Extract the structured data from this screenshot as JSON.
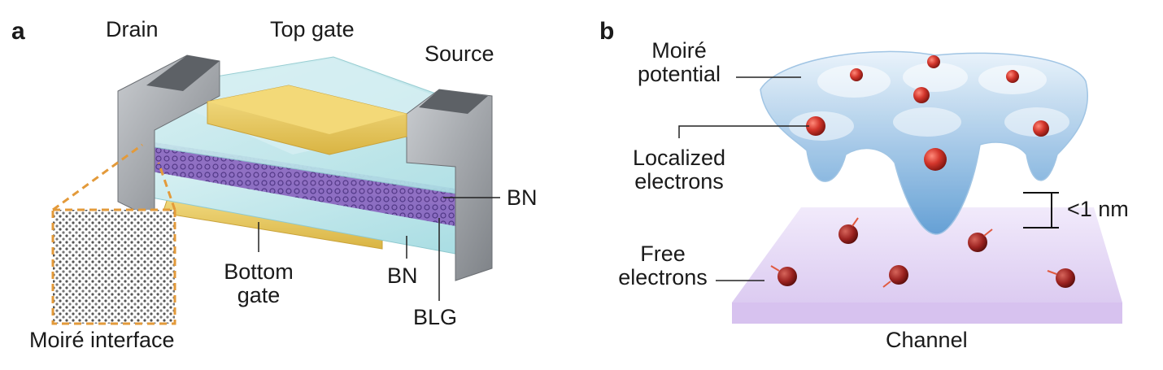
{
  "panel_a": {
    "letter": "a",
    "labels": {
      "drain": "Drain",
      "top_gate": "Top gate",
      "source": "Source",
      "bn_upper": "BN",
      "bn_lower": "BN",
      "bottom_gate_line1": "Bottom",
      "bottom_gate_line2": "gate",
      "blg": "BLG",
      "moire_interface": "Moiré interface"
    }
  },
  "panel_b": {
    "letter": "b",
    "labels": {
      "moire_potential_line1": "Moiré",
      "moire_potential_line2": "potential",
      "localized_line1": "Localized",
      "localized_line2": "electrons",
      "free_line1": "Free",
      "free_line2": "electrons",
      "distance": "<1 nm",
      "channel": "Channel"
    }
  },
  "colors": {
    "gold": "#e6c65a",
    "metal": "#9a9ea3",
    "bn": "#bfe6ea",
    "moire": "#7b5bb0",
    "well": "#7fb3dd",
    "electron": "#c0302b",
    "channel": "#e3d6f3",
    "dashed": "#e39a3a"
  }
}
